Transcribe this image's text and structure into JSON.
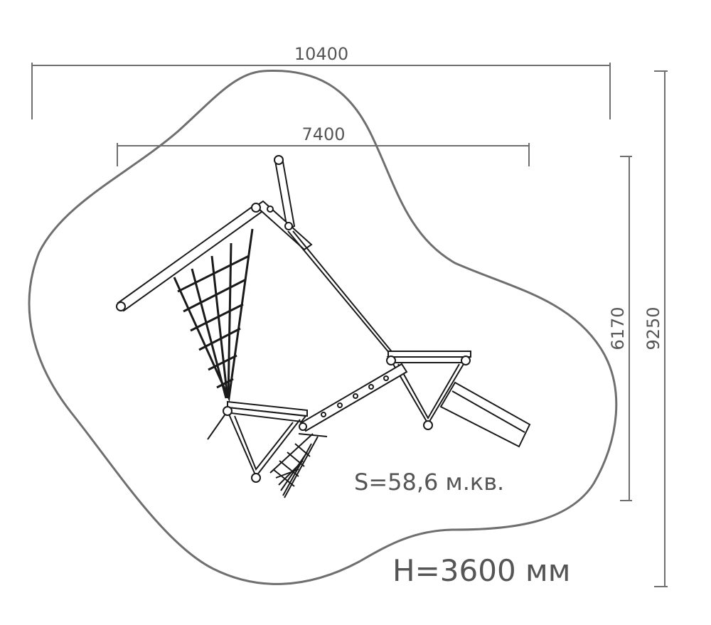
{
  "dimensions": {
    "width_overall": "10400",
    "width_structure": "7400",
    "height_structure": "6170",
    "height_overall": "9250"
  },
  "labels": {
    "area": "S=58,6 м.кв.",
    "height": "H=3600 мм"
  },
  "colors": {
    "dimension_line": "#6f6f6f",
    "structure_line": "#1a1a1a",
    "label_text": "#555555",
    "background": "#ffffff"
  }
}
